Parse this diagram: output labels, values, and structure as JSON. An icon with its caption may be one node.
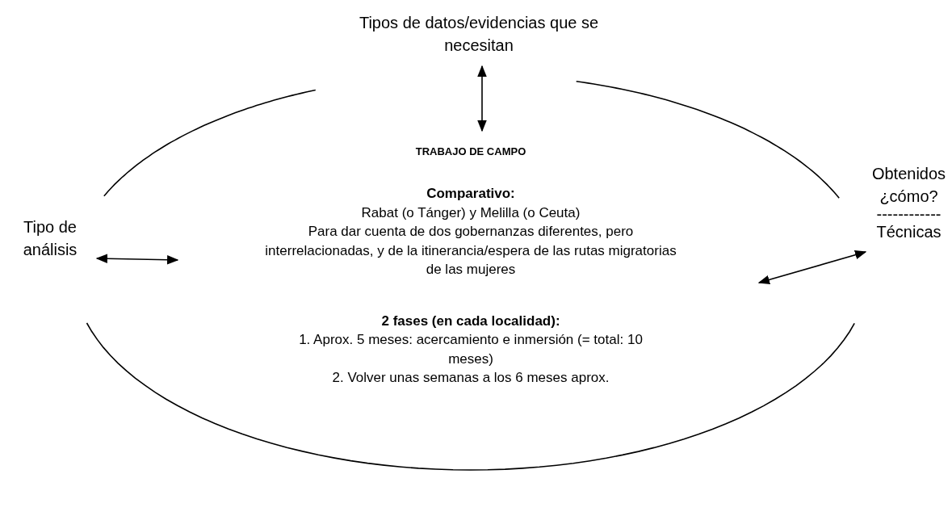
{
  "diagram": {
    "nodes": [
      {
        "text": [
          "Tipos de datos/evidencias que se necesitan"
        ]
      },
      {
        "text": [
          "TRABAJO DE CAMPO",
          "Comparativo:",
          "Rabat (o Tánger) y Melilla (o Ceuta)",
          "Para dar cuenta de dos gobernanzas diferentes, pero interrelacionadas, y de la itinerancia/espera de las rutas migratorias de las mujeres",
          "2 fases (en cada localidad):",
          "1. Aprox. 5 meses: acercamiento e inmersión (= total: 10 meses)",
          "2. Volver unas semanas a los 6 meses aprox."
        ]
      },
      {
        "text": [
          "Tipo de análisis"
        ]
      },
      {
        "text": [
          "Obtenidos ¿cómo?",
          "------------",
          "Técnicas"
        ]
      }
    ],
    "edges": [
      {
        "from": 0,
        "to": 1,
        "arrow": "both"
      },
      {
        "from": 2,
        "to": 1,
        "arrow": "both"
      },
      {
        "from": 3,
        "to": 1,
        "arrow": "both"
      }
    ]
  }
}
